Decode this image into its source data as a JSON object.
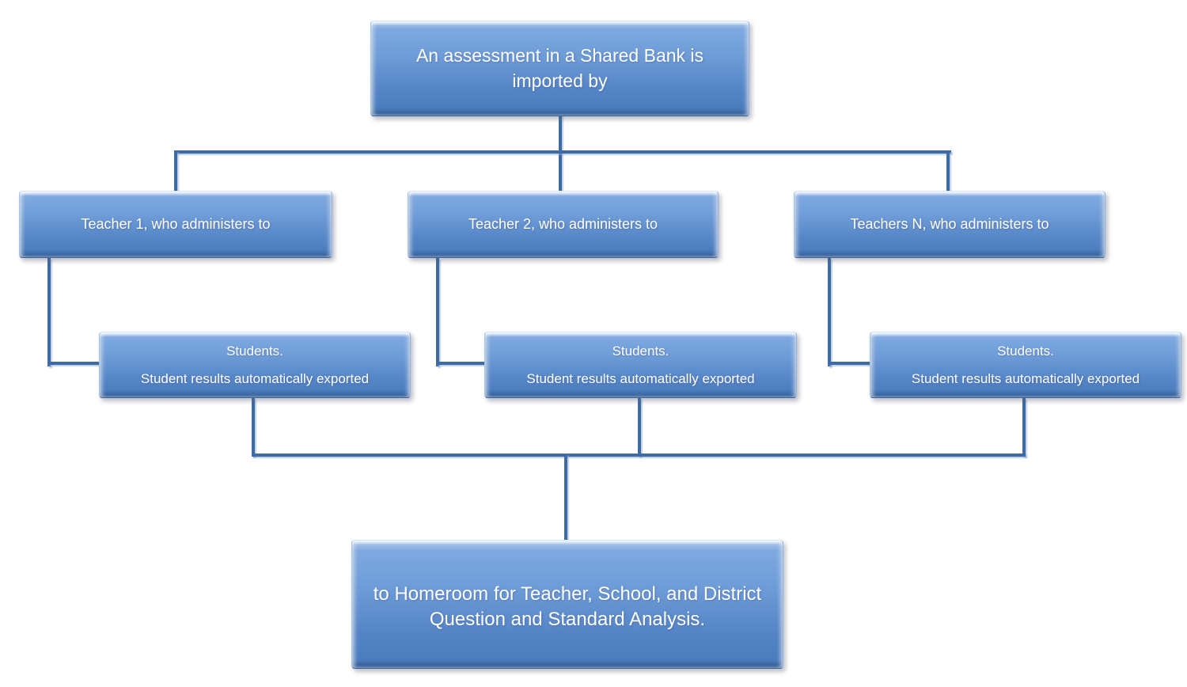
{
  "colors": {
    "background": "#ffffff",
    "connector_color": "#3e6ba3",
    "node_text_color": "#ffffff",
    "node_bevel_light": "#b3cdf0",
    "node_gradient_top": "#7ea9e0",
    "node_gradient_bottom": "#4a7cbd",
    "node_bevel_dark": "#3f6dab"
  },
  "nodes": {
    "root": {
      "label": "An assessment in a Shared Bank is imported by"
    },
    "teacher1": {
      "label": "Teacher 1, who administers to"
    },
    "teacher2": {
      "label": "Teacher 2, who administers to"
    },
    "teacherN": {
      "label": "Teachers N, who administers to"
    },
    "students1": {
      "line1": "Students.",
      "line2": "Student results automatically exported"
    },
    "students2": {
      "line1": "Students.",
      "line2": "Student results automatically exported"
    },
    "students3": {
      "line1": "Students.",
      "line2": "Student results automatically exported"
    },
    "sink": {
      "label": "to Homeroom for Teacher, School, and District Question and Standard Analysis."
    }
  }
}
